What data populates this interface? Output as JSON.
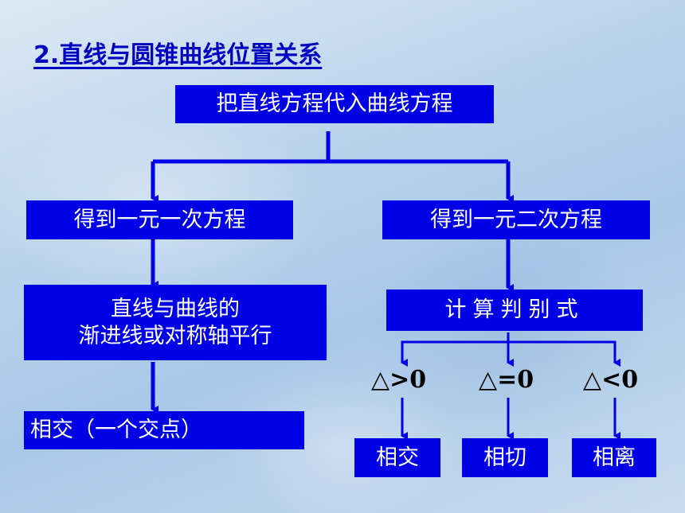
{
  "title": "2.直线与圆锥曲线位置关系",
  "nodes": {
    "root": "把直线方程代入曲线方程",
    "linear": "得到一元一次方程",
    "quadratic": "得到一元二次方程",
    "parallel_line1": "直线与曲线的",
    "parallel_line2": "渐进线或对称轴平行",
    "intersect_one": "相交（一个交点）",
    "discriminant": "计算判别式",
    "intersect": "相交",
    "tangent": "相切",
    "separate": "相离"
  },
  "conditions": {
    "gt": "△>0",
    "eq": "△=0",
    "lt": "△<0"
  },
  "colors": {
    "box_fill": "#0000e6",
    "box_text": "#ffffff",
    "title": "#0000c0",
    "connector": "#0000e6"
  }
}
